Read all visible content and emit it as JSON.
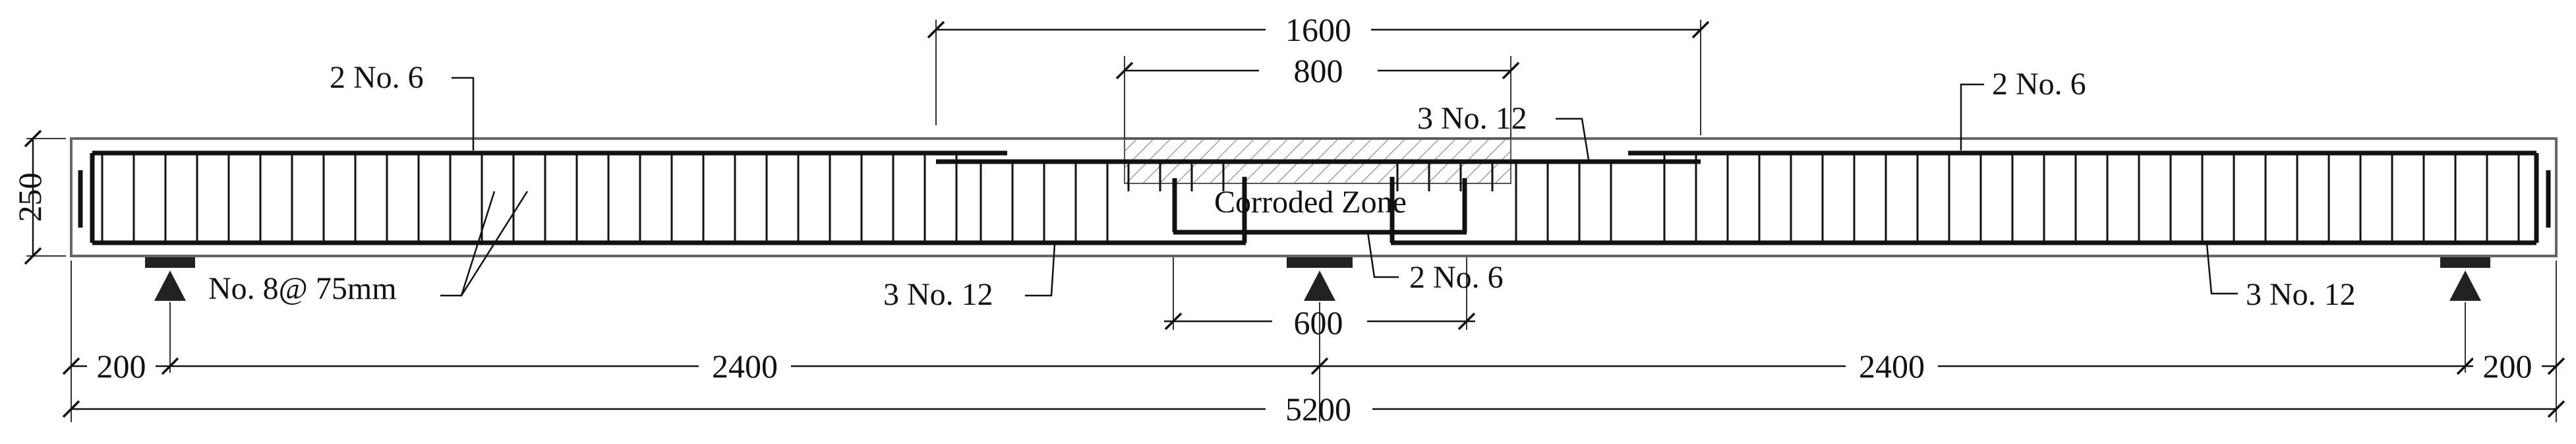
{
  "labels": {
    "top_bars_left": "2 No. 6",
    "top_bars_right": "2 No. 6",
    "top_bars_middle": "3 No. 12",
    "bottom_bars_left": "3 No. 12",
    "bottom_bars_right": "3 No. 12",
    "bottom_bars_middle": "2 No. 6",
    "stirrups": "No. 8@ 75mm",
    "corroded_zone": "Corroded Zone"
  },
  "dimensions": {
    "depth": "250",
    "top_span": "1600",
    "corroded_length": "800",
    "lap_length": "600",
    "left_overhang": "200",
    "left_span": "2400",
    "right_span": "2400",
    "right_overhang": "200",
    "total_length": "5200"
  },
  "colors": {
    "ink": "#111111",
    "beam_outline": "#666666",
    "hatch": "#777777",
    "support": "#222222"
  },
  "icons": {
    "support": "triangle-support-icon",
    "bearing_plate": "bearing-plate-icon"
  }
}
